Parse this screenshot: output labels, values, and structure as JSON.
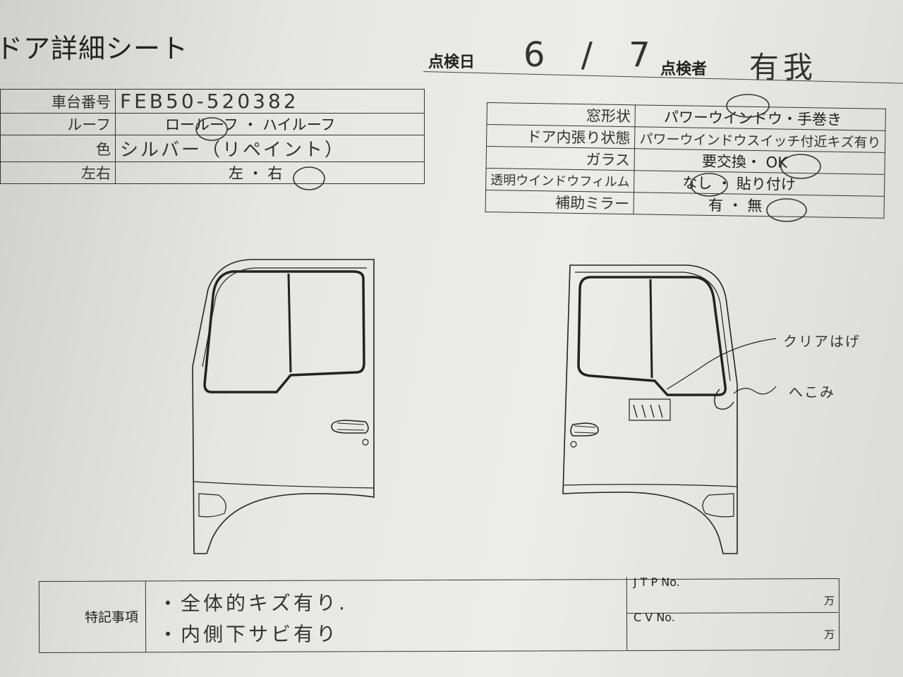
{
  "title": "ドア詳細シート",
  "inspection": {
    "date_label": "点検日",
    "date_value": "6 / 7",
    "inspector_label": "点検者",
    "inspector_value": "有我"
  },
  "left_table": [
    {
      "label": "車台番号",
      "value": "FEB50-520382"
    },
    {
      "label": "ルーフ",
      "value": "ロールーフ ・ ハイルーフ"
    },
    {
      "label": "色",
      "value": "シルバー（リペイント）"
    },
    {
      "label": "左右",
      "value": "左 ・ 右"
    }
  ],
  "right_table": [
    {
      "label": "窓形状",
      "value": "パワーウインドウ・手巻き"
    },
    {
      "label": "ドア内張り状態",
      "value": "パワーウインドウスイッチ付近キズ有り"
    },
    {
      "label": "ガラス",
      "value": "要交換・ OK"
    },
    {
      "label": "透明ウインドウフィルム",
      "value": "なし ・ 貼り付け"
    },
    {
      "label": "補助ミラー",
      "value": "有 ・ 無"
    }
  ],
  "annotations": {
    "clear": "クリアはげ",
    "dent": "へこみ"
  },
  "notes": {
    "label": "特記事項",
    "lines": [
      "・全体的キズ有り.",
      "・内側下サビ有り"
    ]
  },
  "codes": {
    "jtp_label": "J T P No.",
    "cv_label": "C V No.",
    "unit": "万"
  }
}
